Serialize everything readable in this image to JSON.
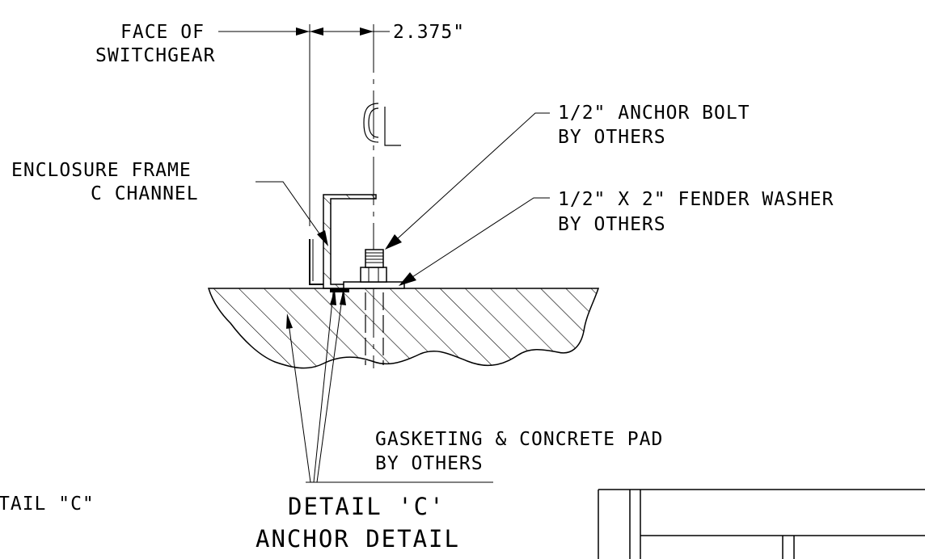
{
  "labels": {
    "face_line1": "FACE OF",
    "face_line2": "SWITCHGEAR",
    "dimension": "2.375\"",
    "anchor_line1": "1/2\" ANCHOR BOLT",
    "anchor_line2": "BY OTHERS",
    "frame_line1": "ENCLOSURE FRAME",
    "frame_line2": "C CHANNEL",
    "washer_line1": "1/2\" X 2\" FENDER WASHER",
    "washer_line2": "BY OTHERS",
    "gasket_line1": "GASKETING & CONCRETE PAD",
    "gasket_line2": "BY OTHERS",
    "partial_detail": "TAIL \"C\""
  },
  "title": {
    "line1": "DETAIL 'C'",
    "line2": "ANCHOR DETAIL"
  },
  "colors": {
    "ink": "#000000",
    "paper": "#ffffff"
  }
}
